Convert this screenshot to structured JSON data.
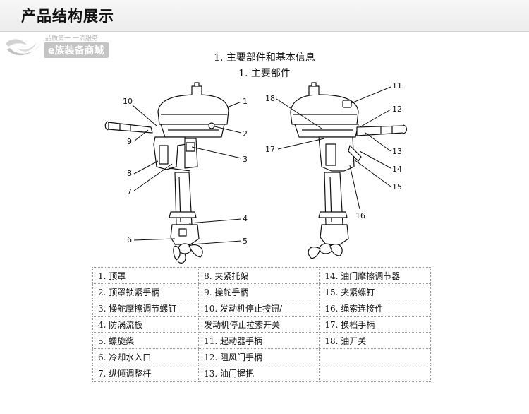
{
  "header": {
    "title": "产品结构展示"
  },
  "watermark": {
    "slogan": "品质第一 一流服务",
    "name": "e族装备商城"
  },
  "diagram": {
    "heading": "1. 主要部件和基本信息",
    "subheading": "1. 主要部件",
    "callouts": [
      "1",
      "2",
      "3",
      "4",
      "5",
      "6",
      "7",
      "8",
      "9",
      "10",
      "11",
      "12",
      "13",
      "14",
      "15",
      "16",
      "17",
      "18"
    ]
  },
  "parts_table": {
    "rows": [
      [
        "1. 顶罩",
        "8. 夹紧托架",
        "14. 油门摩擦调节器"
      ],
      [
        "2. 顶罩锁紧手柄",
        "9. 操舵手柄",
        "15. 夹紧螺钉"
      ],
      [
        "3. 操舵摩擦调节螺钉",
        "10. 发动机停止按钮/",
        "16. 绳索连接件"
      ],
      [
        "4. 防涡流板",
        "发动机停止拉索开关",
        "17. 换档手柄"
      ],
      [
        "5. 螺旋桨",
        "11. 起动器手柄",
        "18. 油开关"
      ],
      [
        "6. 冷却水入口",
        "12. 阻风门手柄",
        ""
      ],
      [
        "7. 纵倾调整杆",
        "13. 油门握把",
        ""
      ]
    ]
  }
}
